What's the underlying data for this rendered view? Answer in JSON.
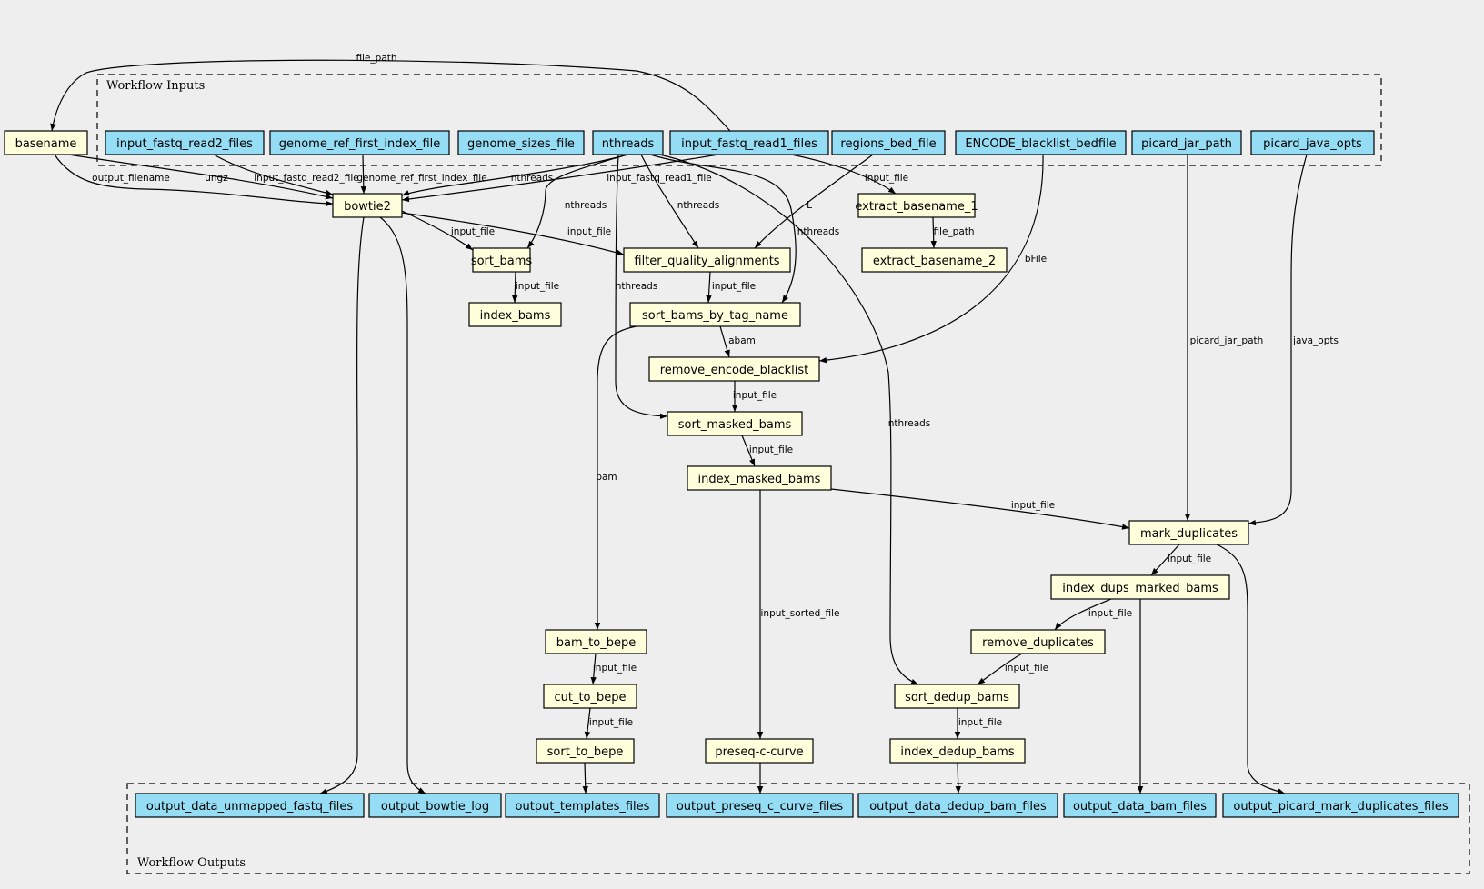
{
  "clusters": {
    "inputs": "Workflow Inputs",
    "outputs": "Workflow Outputs"
  },
  "colors": {
    "background": "#eeeeee",
    "io_node": "#94ddf4",
    "step_node": "#ffffdc"
  },
  "nodes": [
    {
      "id": "basename",
      "label": "basename",
      "kind": "step"
    },
    {
      "id": "in_fq2",
      "label": "input_fastq_read2_files",
      "kind": "io"
    },
    {
      "id": "in_genome",
      "label": "genome_ref_first_index_file",
      "kind": "io"
    },
    {
      "id": "in_sizes",
      "label": "genome_sizes_file",
      "kind": "io"
    },
    {
      "id": "in_nthreads",
      "label": "nthreads",
      "kind": "io"
    },
    {
      "id": "in_fq1",
      "label": "input_fastq_read1_files",
      "kind": "io"
    },
    {
      "id": "in_regions",
      "label": "regions_bed_file",
      "kind": "io"
    },
    {
      "id": "in_blacklist",
      "label": "ENCODE_blacklist_bedfile",
      "kind": "io"
    },
    {
      "id": "in_picard_jar",
      "label": "picard_jar_path",
      "kind": "io"
    },
    {
      "id": "in_picard_opts",
      "label": "picard_java_opts",
      "kind": "io"
    },
    {
      "id": "bowtie2",
      "label": "bowtie2",
      "kind": "step"
    },
    {
      "id": "extract1",
      "label": "extract_basename_1",
      "kind": "step"
    },
    {
      "id": "extract2",
      "label": "extract_basename_2",
      "kind": "step"
    },
    {
      "id": "sort_bams",
      "label": "sort_bams",
      "kind": "step"
    },
    {
      "id": "filter_q",
      "label": "filter_quality_alignments",
      "kind": "step"
    },
    {
      "id": "index_bams",
      "label": "index_bams",
      "kind": "step"
    },
    {
      "id": "sort_tag",
      "label": "sort_bams_by_tag_name",
      "kind": "step"
    },
    {
      "id": "remove_bl",
      "label": "remove_encode_blacklist",
      "kind": "step"
    },
    {
      "id": "sort_masked",
      "label": "sort_masked_bams",
      "kind": "step"
    },
    {
      "id": "index_masked",
      "label": "index_masked_bams",
      "kind": "step"
    },
    {
      "id": "mark_dups",
      "label": "mark_duplicates",
      "kind": "step"
    },
    {
      "id": "index_dups",
      "label": "index_dups_marked_bams",
      "kind": "step"
    },
    {
      "id": "remove_dups",
      "label": "remove_duplicates",
      "kind": "step"
    },
    {
      "id": "bam_to_bepe",
      "label": "bam_to_bepe",
      "kind": "step"
    },
    {
      "id": "cut_to_bepe",
      "label": "cut_to_bepe",
      "kind": "step"
    },
    {
      "id": "sort_to_bepe",
      "label": "sort_to_bepe",
      "kind": "step"
    },
    {
      "id": "preseq",
      "label": "preseq-c-curve",
      "kind": "step"
    },
    {
      "id": "sort_dedup",
      "label": "sort_dedup_bams",
      "kind": "step"
    },
    {
      "id": "index_dedup",
      "label": "index_dedup_bams",
      "kind": "step"
    },
    {
      "id": "out_unmapped",
      "label": "output_data_unmapped_fastq_files",
      "kind": "io"
    },
    {
      "id": "out_bowtie_log",
      "label": "output_bowtie_log",
      "kind": "io"
    },
    {
      "id": "out_templates",
      "label": "output_templates_files",
      "kind": "io"
    },
    {
      "id": "out_preseq",
      "label": "output_preseq_c_curve_files",
      "kind": "io"
    },
    {
      "id": "out_dedup",
      "label": "output_data_dedup_bam_files",
      "kind": "io"
    },
    {
      "id": "out_bam",
      "label": "output_data_bam_files",
      "kind": "io"
    },
    {
      "id": "out_picard",
      "label": "output_picard_mark_duplicates_files",
      "kind": "io"
    }
  ],
  "edges": [
    {
      "id": "e_fq1_basename",
      "from": "in_fq1",
      "to": "basename",
      "label": "file_path"
    },
    {
      "id": "e_basename_bowtie",
      "from": "basename",
      "to": "bowtie2",
      "label": "output_filename"
    },
    {
      "id": "e_ungz",
      "from": "basename",
      "to": "bowtie2",
      "label": "ungz"
    },
    {
      "id": "e_fq2_bowtie",
      "from": "in_fq2",
      "to": "bowtie2",
      "label": "input_fastq_read2_file"
    },
    {
      "id": "e_genome_bowtie",
      "from": "in_genome",
      "to": "bowtie2",
      "label": "genome_ref_first_index_file"
    },
    {
      "id": "e_nt_bowtie",
      "from": "in_nthreads",
      "to": "bowtie2",
      "label": "nthreads"
    },
    {
      "id": "e_fq1_bowtie",
      "from": "in_fq1",
      "to": "bowtie2",
      "label": "input_fastq_read1_file"
    },
    {
      "id": "e_fq1_extract1",
      "from": "in_fq1",
      "to": "extract1",
      "label": "input_file"
    },
    {
      "id": "e_extract1_extract2",
      "from": "extract1",
      "to": "extract2",
      "label": "file_path"
    },
    {
      "id": "e_nt_sortbams",
      "from": "in_nthreads",
      "to": "sort_bams",
      "label": "nthreads"
    },
    {
      "id": "e_nt_filter",
      "from": "in_nthreads",
      "to": "filter_q",
      "label": "nthreads"
    },
    {
      "id": "e_nt_sorttag",
      "from": "in_nthreads",
      "to": "sort_tag",
      "label": "nthreads"
    },
    {
      "id": "e_nt_sortmasked",
      "from": "in_nthreads",
      "to": "sort_masked",
      "label": "nthreads"
    },
    {
      "id": "e_nt_sortdedup",
      "from": "in_nthreads",
      "to": "sort_dedup",
      "label": "nthreads"
    },
    {
      "id": "e_regions_filter",
      "from": "in_regions",
      "to": "filter_q",
      "label": "L"
    },
    {
      "id": "e_blacklist_remove",
      "from": "in_blacklist",
      "to": "remove_bl",
      "label": "bFile"
    },
    {
      "id": "e_jar_mark",
      "from": "in_picard_jar",
      "to": "mark_dups",
      "label": "picard_jar_path"
    },
    {
      "id": "e_opts_mark",
      "from": "in_picard_opts",
      "to": "mark_dups",
      "label": "java_opts"
    },
    {
      "id": "e_bowtie_sortbams",
      "from": "bowtie2",
      "to": "sort_bams",
      "label": "input_file"
    },
    {
      "id": "e_bowtie_filter",
      "from": "bowtie2",
      "to": "filter_q",
      "label": "input_file"
    },
    {
      "id": "e_bowtie_unmapped",
      "from": "bowtie2",
      "to": "out_unmapped",
      "label": ""
    },
    {
      "id": "e_bowtie_log",
      "from": "bowtie2",
      "to": "out_bowtie_log",
      "label": ""
    },
    {
      "id": "e_sortbams_index",
      "from": "sort_bams",
      "to": "index_bams",
      "label": "input_file"
    },
    {
      "id": "e_filter_sorttag",
      "from": "filter_q",
      "to": "sort_tag",
      "label": "input_file"
    },
    {
      "id": "e_sorttag_remove",
      "from": "sort_tag",
      "to": "remove_bl",
      "label": "abam"
    },
    {
      "id": "e_sorttag_bepe",
      "from": "sort_tag",
      "to": "bam_to_bepe",
      "label": "bam"
    },
    {
      "id": "e_remove_sortmasked",
      "from": "remove_bl",
      "to": "sort_masked",
      "label": "input_file"
    },
    {
      "id": "e_sortmasked_index",
      "from": "sort_masked",
      "to": "index_masked",
      "label": "input_file"
    },
    {
      "id": "e_indexmasked_mark",
      "from": "index_masked",
      "to": "mark_dups",
      "label": "input_file"
    },
    {
      "id": "e_indexmasked_preseq",
      "from": "index_masked",
      "to": "preseq",
      "label": "input_sorted_file"
    },
    {
      "id": "e_mark_indexdups",
      "from": "mark_dups",
      "to": "index_dups",
      "label": "input_file"
    },
    {
      "id": "e_mark_picard",
      "from": "mark_dups",
      "to": "out_picard",
      "label": ""
    },
    {
      "id": "e_indexdups_remove",
      "from": "index_dups",
      "to": "remove_dups",
      "label": "input_file"
    },
    {
      "id": "e_indexdups_outbam",
      "from": "index_dups",
      "to": "out_bam",
      "label": ""
    },
    {
      "id": "e_removedups_sortdedup",
      "from": "remove_dups",
      "to": "sort_dedup",
      "label": "input_file"
    },
    {
      "id": "e_sortdedup_index",
      "from": "sort_dedup",
      "to": "index_dedup",
      "label": "input_file"
    },
    {
      "id": "e_indexdedup_out",
      "from": "index_dedup",
      "to": "out_dedup",
      "label": ""
    },
    {
      "id": "e_bepe_cut",
      "from": "bam_to_bepe",
      "to": "cut_to_bepe",
      "label": "input_file"
    },
    {
      "id": "e_cut_sort",
      "from": "cut_to_bepe",
      "to": "sort_to_bepe",
      "label": "input_file"
    },
    {
      "id": "e_sortbepe_out",
      "from": "sort_to_bepe",
      "to": "out_templates",
      "label": ""
    },
    {
      "id": "e_preseq_out",
      "from": "preseq",
      "to": "out_preseq",
      "label": ""
    }
  ]
}
